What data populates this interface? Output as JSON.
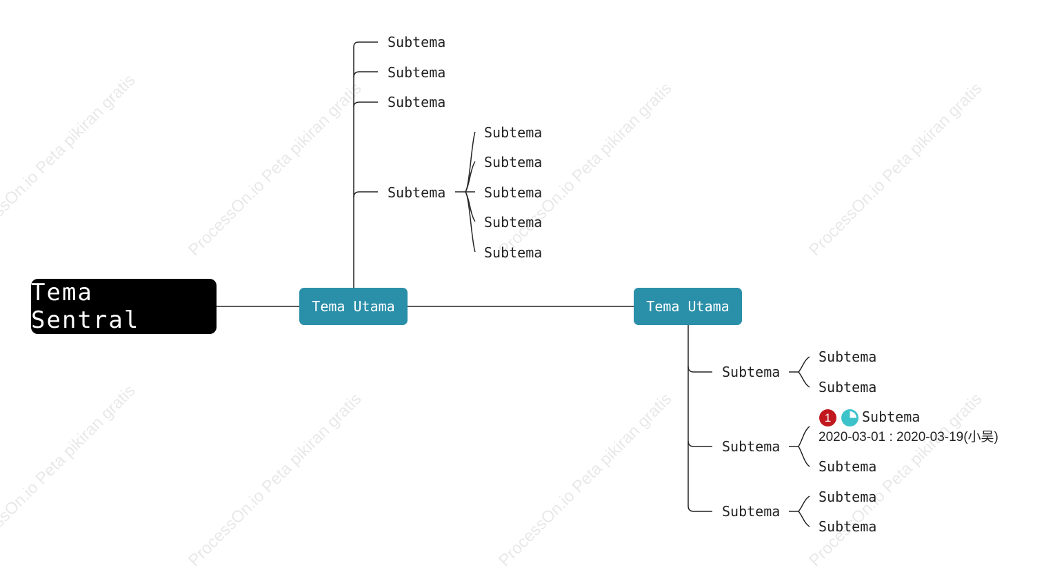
{
  "root": {
    "label": "Tema Sentral"
  },
  "main_topics": [
    {
      "label": "Tema Utama"
    },
    {
      "label": "Tema Utama"
    }
  ],
  "branch_a": {
    "subtopics": [
      "Subtema",
      "Subtema",
      "Subtema",
      "Subtema"
    ],
    "nested": [
      "Subtema",
      "Subtema",
      "Subtema",
      "Subtema",
      "Subtema"
    ]
  },
  "branch_b": {
    "subtopics": [
      "Subtema",
      "Subtema",
      "Subtema"
    ],
    "group1": [
      "Subtema",
      "Subtema"
    ],
    "group2": {
      "task_label": "Subtema",
      "priority": "1",
      "progress_icon": "pie-quarter-icon",
      "date_range": "2020-03-01 : 2020-03-19(小吴)",
      "second": "Subtema"
    },
    "group3": [
      "Subtema",
      "Subtema"
    ]
  },
  "watermark": "ProcessOn.io Peta pikiran gratis",
  "colors": {
    "root_bg": "#000000",
    "main_bg": "#2a8fa9",
    "priority_red": "#c0181e",
    "progress_teal": "#3cc3c9",
    "line": "#222222"
  }
}
